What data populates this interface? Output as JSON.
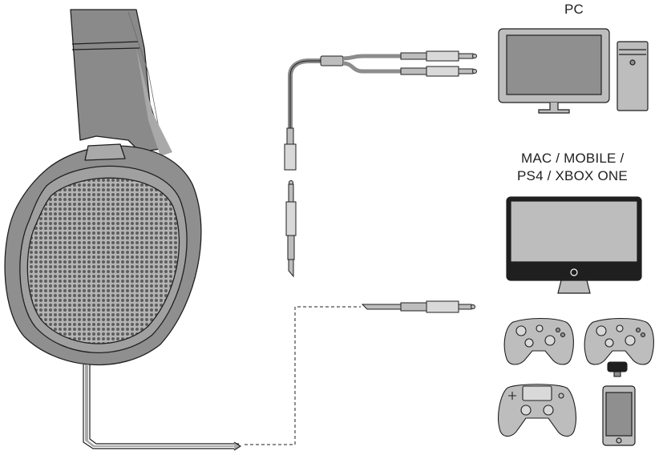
{
  "labels": {
    "pc": "PC",
    "mac_line1": "MAC / MOBILE /",
    "mac_line2": "PS4 / XBOX ONE"
  },
  "colors": {
    "outline": "#1f1f1f",
    "headphone_dark": "#8a8a8a",
    "headphone_mid": "#a9a9a9",
    "headphone_light": "#c4c4c4",
    "device_fill": "#bdbdbd",
    "device_light": "#d9d9d9",
    "cable": "#8c8c8c"
  },
  "icons": [
    "headphones-icon",
    "y-splitter-cable-icon",
    "adapter-plug-icon",
    "jack-plug-icon",
    "pc-monitor-icon",
    "pc-tower-icon",
    "display-icon",
    "xbox-controller-icon",
    "ps4-controller-icon",
    "smartphone-icon",
    "headset-adapter-icon"
  ]
}
